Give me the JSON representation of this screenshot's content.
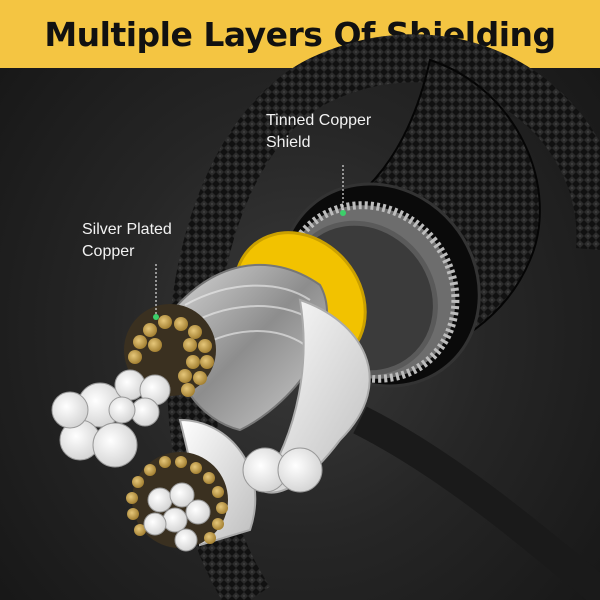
{
  "banner": {
    "title": "Multiple Layers Of Shielding",
    "background_color": "#f4c542",
    "text_color": "#111111"
  },
  "callouts": {
    "tinned_copper_shield": {
      "line1": "Tinned Copper",
      "line2": "Shield"
    },
    "silver_plated_copper": {
      "line1": "Silver Plated",
      "line2": "Copper"
    }
  },
  "colors": {
    "background": "#262626",
    "cable_jacket": "#0d0d0d",
    "yellow_band": "#f2c200",
    "copper_strand": "#c9a24a",
    "insulation": "#f2f2f2"
  }
}
